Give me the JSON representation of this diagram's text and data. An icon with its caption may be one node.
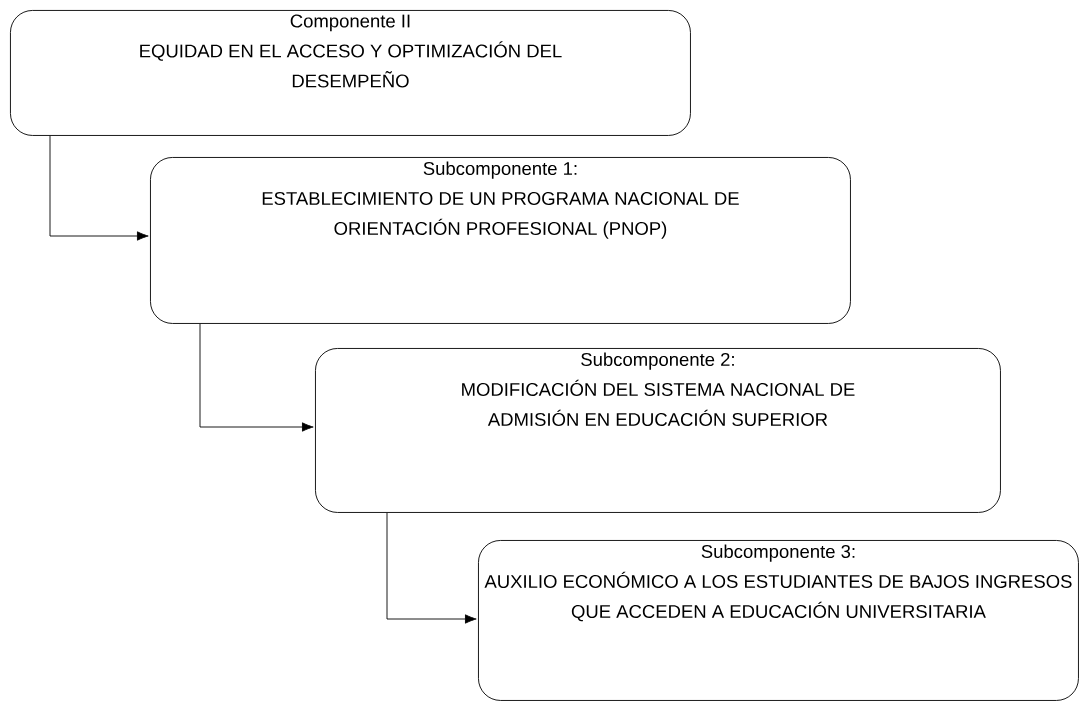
{
  "diagram": {
    "nodes": [
      {
        "text": [
          "Componente II",
          "EQUIDAD EN EL ACCESO Y OPTIMIZACIÓN DEL DESEMPEÑO"
        ]
      },
      {
        "text": [
          "Subcomponente 1:",
          "ESTABLECIMIENTO DE UN PROGRAMA NACIONAL DE ORIENTACIÓN PROFESIONAL (PNOP)"
        ]
      },
      {
        "text": [
          "Subcomponente 2:",
          "MODIFICACIÓN DEL SISTEMA NACIONAL DE ADMISIÓN EN EDUCACIÓN SUPERIOR"
        ]
      },
      {
        "text": [
          "Subcomponente 3:",
          "AUXILIO ECONÓMICO A LOS ESTUDIANTES DE BAJOS INGRESOS QUE ACCEDEN A EDUCACIÓN UNIVERSITARIA"
        ]
      }
    ],
    "edges": [
      {
        "from": 0,
        "to": 1,
        "arrow": "to"
      },
      {
        "from": 1,
        "to": 2,
        "arrow": "to"
      },
      {
        "from": 2,
        "to": 3,
        "arrow": "to"
      }
    ]
  }
}
